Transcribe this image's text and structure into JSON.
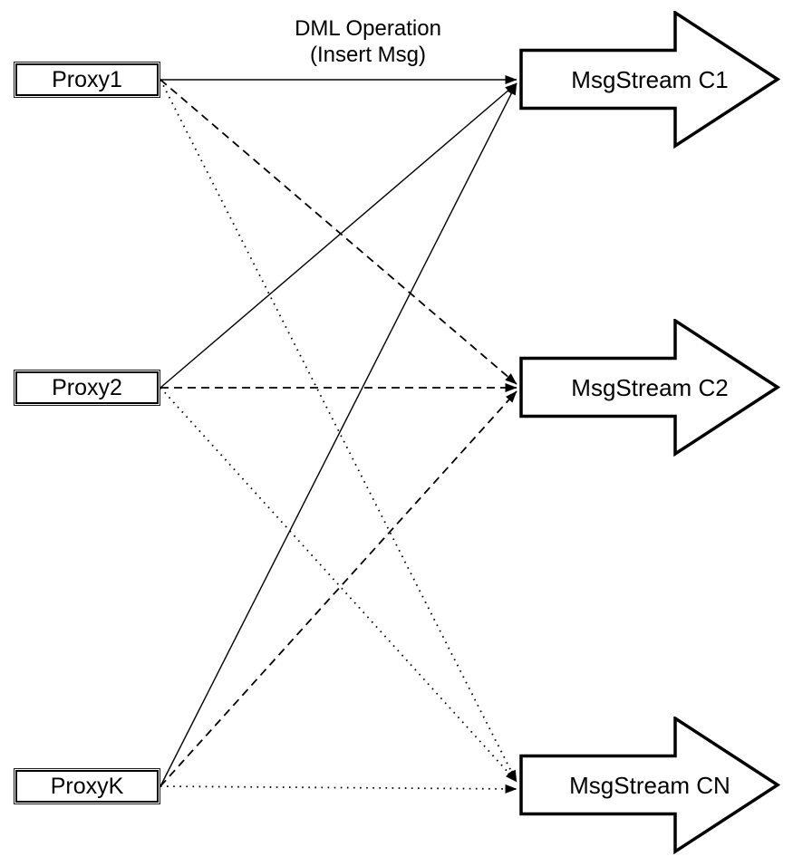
{
  "title": {
    "line1": "DML Operation",
    "line2": "(Insert Msg)"
  },
  "proxies": [
    {
      "id": "proxy1",
      "label": "Proxy1"
    },
    {
      "id": "proxy2",
      "label": "Proxy2"
    },
    {
      "id": "proxyk",
      "label": "ProxyK"
    }
  ],
  "streams": [
    {
      "id": "c1",
      "label": "MsgStream C1"
    },
    {
      "id": "c2",
      "label": "MsgStream C2"
    },
    {
      "id": "cn",
      "label": "MsgStream CN"
    }
  ],
  "connections": [
    {
      "from": "proxy1",
      "to": "c1",
      "style": "solid"
    },
    {
      "from": "proxy2",
      "to": "c1",
      "style": "solid"
    },
    {
      "from": "proxyk",
      "to": "c1",
      "style": "solid"
    },
    {
      "from": "proxy1",
      "to": "c2",
      "style": "dashed"
    },
    {
      "from": "proxy2",
      "to": "c2",
      "style": "dashed"
    },
    {
      "from": "proxyk",
      "to": "c2",
      "style": "dashed"
    },
    {
      "from": "proxy1",
      "to": "cn",
      "style": "dotted"
    },
    {
      "from": "proxy2",
      "to": "cn",
      "style": "dotted"
    },
    {
      "from": "proxyk",
      "to": "cn",
      "style": "dotted"
    }
  ],
  "colors": {
    "line": "#000000",
    "node_fill": "#ffffff",
    "node_stroke": "#000000",
    "background": "#ffffff"
  }
}
